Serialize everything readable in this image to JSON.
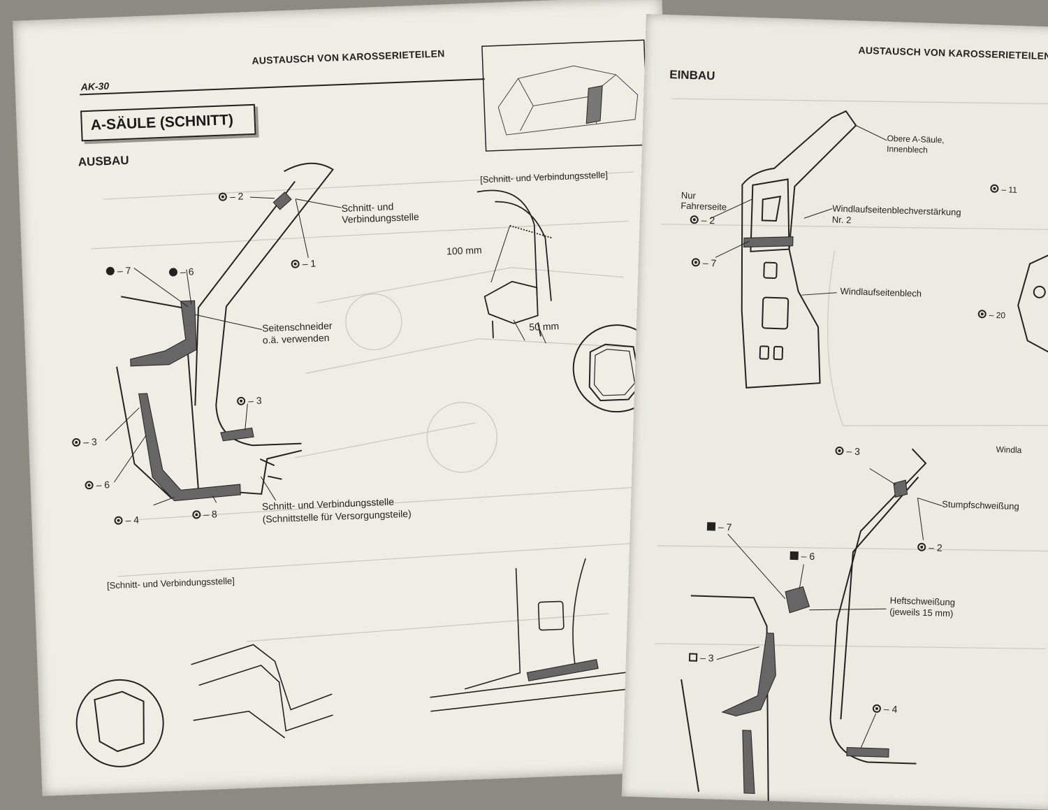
{
  "left_page": {
    "page_number": "AK-30",
    "header": "AUSTAUSCH VON KAROSSERIETEILEN",
    "title": "A-SÄULE (SCHNITT)",
    "section": "AUSBAU",
    "inset_heading_1": "[Schnitt- und Verbindungsstelle]",
    "inset_heading_2": "[Schnitt- und Verbindungsstelle]",
    "dim_100": "100 mm",
    "dim_50": "50 mm",
    "callouts": {
      "c2": "– 2",
      "c1": "– 1",
      "c7": "– 7",
      "c6": "– 6",
      "c3a": "– 3",
      "c3b": "– 3",
      "c6b": "– 6",
      "c4": "– 4",
      "c8": "– 8"
    },
    "labels": {
      "schnitt_1": "Schnitt- und",
      "schnitt_2": "Verbindungsstelle",
      "seiten_1": "Seitenschneider",
      "seiten_2": "o.ä. verwenden",
      "bottom_1": "Schnitt- und Verbindungsstelle",
      "bottom_2": "(Schnittstelle für Versorgungsteile)"
    }
  },
  "right_page": {
    "header": "AUSTAUSCH VON KAROSSERIETEILEN",
    "section": "EINBAU",
    "labels": {
      "obere_1": "Obere A-Säule,",
      "obere_2": "Innenblech",
      "nur_1": "Nur",
      "nur_2": "Fahrerseite",
      "wind_v1": "Windlaufseitenblechverstärkung",
      "wind_v2": "Nr. 2",
      "wind": "Windlaufseitenblech",
      "stumpf": "Stumpfschweißung",
      "heft_1": "Heftschweißung",
      "heft_2": "(jeweils 15 mm)",
      "windla": "Windla"
    },
    "callouts": {
      "r2": "– 2",
      "r7": "– 7",
      "r11": "– 11",
      "r20": "– 20",
      "r3": "– 3",
      "r2b": "– 2",
      "r7b": "– 7",
      "r6b": "– 6",
      "r3b": "– 3",
      "r4b": "– 4"
    }
  }
}
